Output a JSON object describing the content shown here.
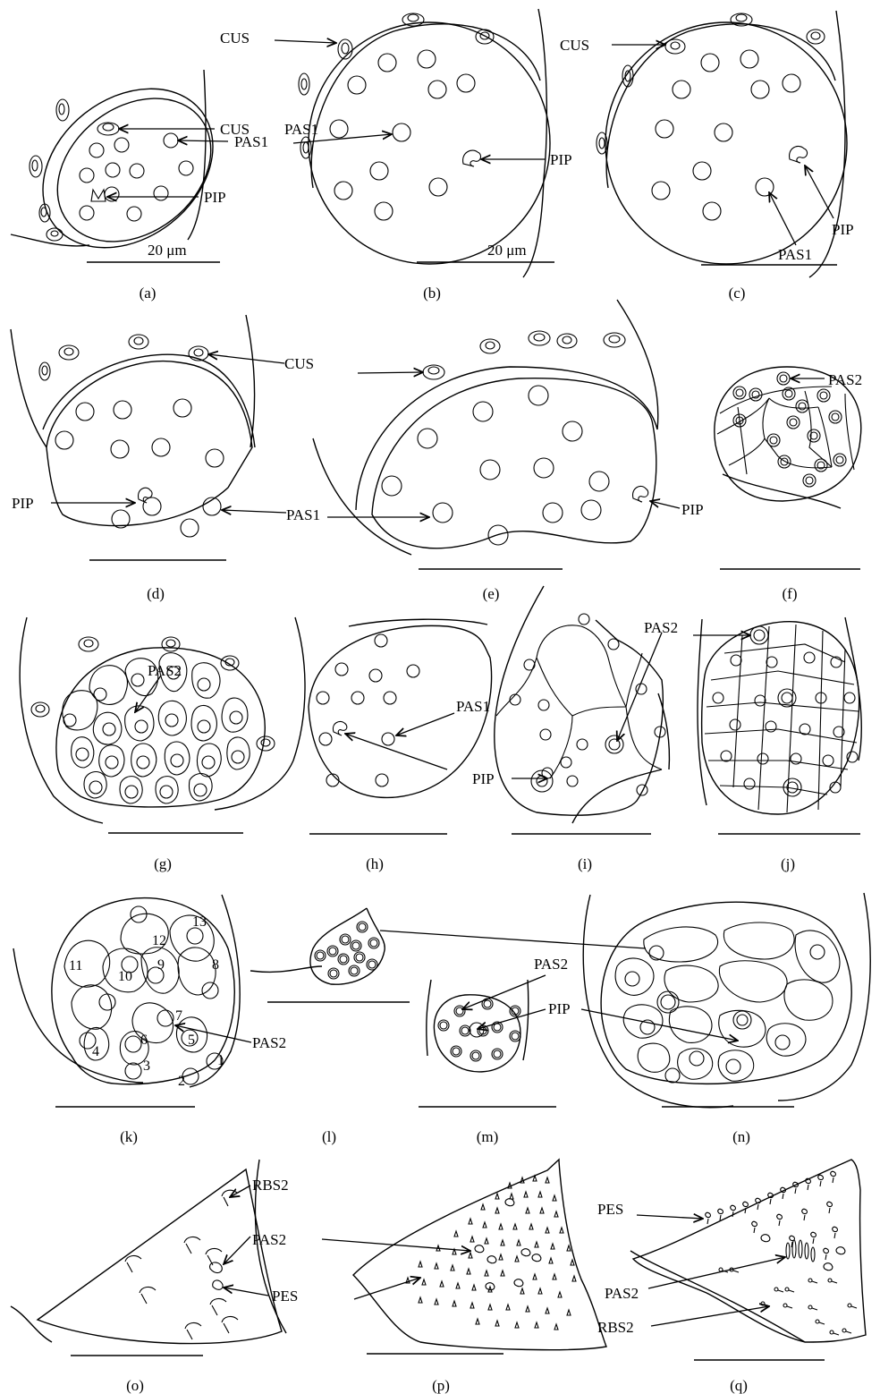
{
  "labels": {
    "cus": "CUS",
    "pas1": "PAS1",
    "pas2": "PAS2",
    "pip": "PIP",
    "pes": "PES",
    "rbs2": "RBS2",
    "scale": "20 μm"
  },
  "panels": {
    "a": "(a)",
    "b": "(b)",
    "c": "(c)",
    "d": "(d)",
    "e": "(e)",
    "f": "(f)",
    "g": "(g)",
    "h": "(h)",
    "i": "(i)",
    "j": "(j)",
    "k": "(k)",
    "l": "(l)",
    "m": "(m)",
    "n": "(n)",
    "o": "(o)",
    "p": "(p)",
    "q": "(q)"
  },
  "spine_numbers": [
    "1",
    "2",
    "3",
    "4",
    "5",
    "6",
    "7",
    "8",
    "9",
    "10",
    "11",
    "12",
    "13"
  ]
}
